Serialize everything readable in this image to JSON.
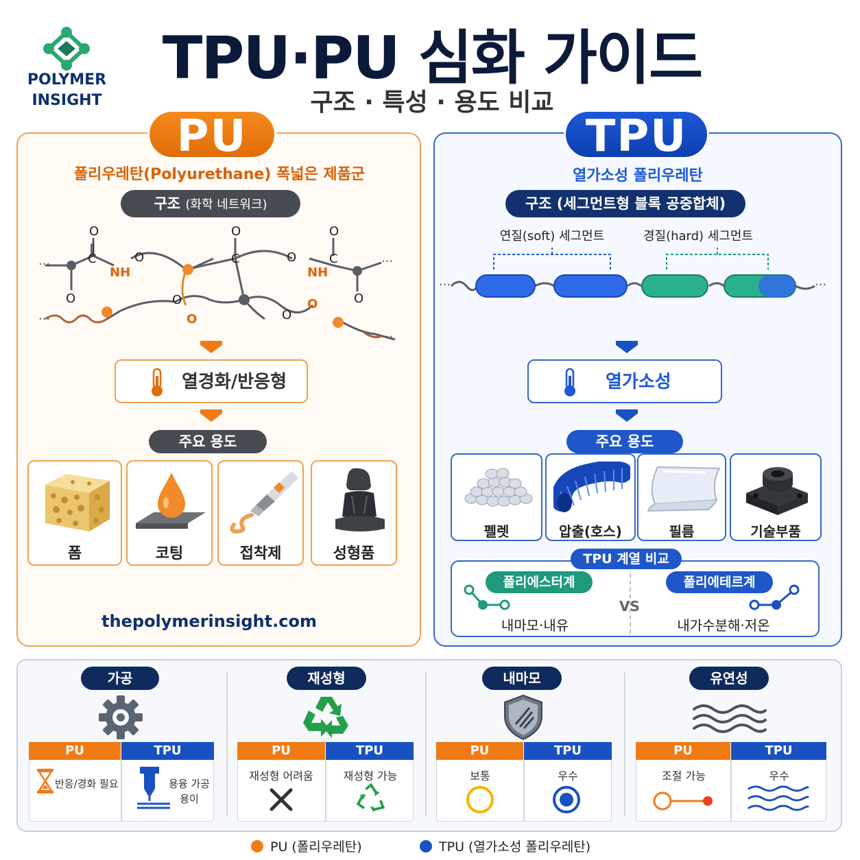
{
  "header": {
    "logo_line1": "POLYMER",
    "logo_line2": "INSIGHT",
    "title": "TPU·PU 심화 가이드",
    "subtitle": "구조 · 특성 · 용도 비교"
  },
  "pu": {
    "badge": "PU",
    "subtitle": "폴리우레탄(Polyurethane) 폭넓은 제품군",
    "structure_pill": "구조",
    "structure_note": "(화학 네트워크)",
    "chem_labels": {
      "nh1": "NH",
      "nh2": "NH",
      "o": "O",
      "c": "C"
    },
    "type_label": "열경화/반응형",
    "uses_pill": "주요 용도",
    "uses": [
      "폼",
      "코팅",
      "접착제",
      "성형품"
    ],
    "website": "thepolymerinsight.com"
  },
  "tpu": {
    "badge": "TPU",
    "subtitle": "열가소성 폴리우레탄",
    "structure_pill": "구조 (세그먼트형 블록 공중합체)",
    "soft_label": "연질(soft) 세그먼트",
    "hard_label": "경질(hard) 세그먼트",
    "type_label": "열가소성",
    "uses_pill": "주요 용도",
    "uses": [
      "펠렛",
      "압출(호스)",
      "필름",
      "기술부품"
    ],
    "series_title": "TPU 계열 비교",
    "ester_label": "폴리에스터계",
    "ester_desc": "내마모·내유",
    "vs": "VS",
    "ether_label": "폴리에테르계",
    "ether_desc": "내가수분해·저온"
  },
  "comparison": [
    {
      "category": "가공",
      "icon": "gear-icon",
      "pu_head": "PU",
      "tpu_head": "TPU",
      "pu_text": "반응/경화 필요",
      "tpu_text": "용융 가공 용이"
    },
    {
      "category": "재성형",
      "icon": "recycle-icon",
      "pu_head": "PU",
      "tpu_head": "TPU",
      "pu_text": "재성형 어려움",
      "tpu_text": "재성형 가능"
    },
    {
      "category": "내마모",
      "icon": "shield-icon",
      "pu_head": "PU",
      "tpu_head": "TPU",
      "pu_text": "보통",
      "tpu_text": "우수"
    },
    {
      "category": "유연성",
      "icon": "wave-icon",
      "pu_head": "PU",
      "tpu_head": "TPU",
      "pu_text": "조절 가능",
      "tpu_text": "우수"
    }
  ],
  "legend": {
    "pu": "PU (폴리우레탄)",
    "tpu": "TPU (열가소성 폴리우레탄)"
  },
  "colors": {
    "pu_orange": "#f07b14",
    "tpu_blue": "#1a51c2",
    "navy": "#0f2a5c",
    "teal": "#1f9a7c"
  }
}
